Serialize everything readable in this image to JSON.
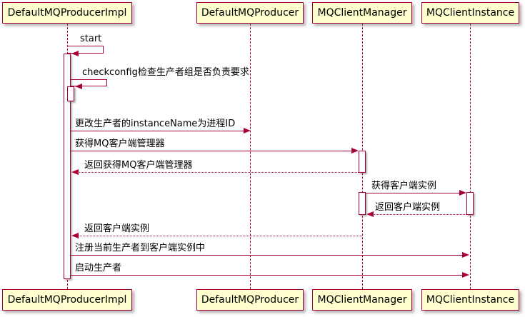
{
  "diagram": {
    "type": "sequence",
    "colors": {
      "participant_fill": "#FEFECE",
      "line": "#A80036",
      "text": "#000000",
      "background": "#FFFFFF"
    },
    "participants": [
      {
        "name": "DefaultMQProducerImpl"
      },
      {
        "name": "DefaultMQProducer"
      },
      {
        "name": "MQClientManager"
      },
      {
        "name": "MQClientInstance"
      }
    ],
    "messages": [
      {
        "label": "start",
        "from": "DefaultMQProducerImpl",
        "to": "DefaultMQProducerImpl",
        "style": "solid-self"
      },
      {
        "label": "checkconfig检查生产者组是否负责要求",
        "from": "DefaultMQProducerImpl",
        "to": "DefaultMQProducerImpl",
        "style": "solid-self"
      },
      {
        "label": "更改生产者的instanceName为进程ID",
        "from": "DefaultMQProducerImpl",
        "to": "DefaultMQProducer",
        "style": "solid"
      },
      {
        "label": "获得MQ客户端管理器",
        "from": "DefaultMQProducerImpl",
        "to": "MQClientManager",
        "style": "solid"
      },
      {
        "label": "返回获得MQ客户端管理器",
        "from": "MQClientManager",
        "to": "DefaultMQProducerImpl",
        "style": "dashed"
      },
      {
        "label": "获得客户端实例",
        "from": "MQClientManager",
        "to": "MQClientInstance",
        "style": "solid"
      },
      {
        "label": "返回客户端实例",
        "from": "MQClientInstance",
        "to": "MQClientManager",
        "style": "dashed"
      },
      {
        "label": "返回客户端实例",
        "from": "MQClientManager",
        "to": "DefaultMQProducerImpl",
        "style": "dashed"
      },
      {
        "label": "注册当前生产者到客户端实例中",
        "from": "DefaultMQProducerImpl",
        "to": "MQClientInstance",
        "style": "solid"
      },
      {
        "label": "启动生产者",
        "from": "DefaultMQProducerImpl",
        "to": "MQClientInstance",
        "style": "solid"
      }
    ]
  }
}
